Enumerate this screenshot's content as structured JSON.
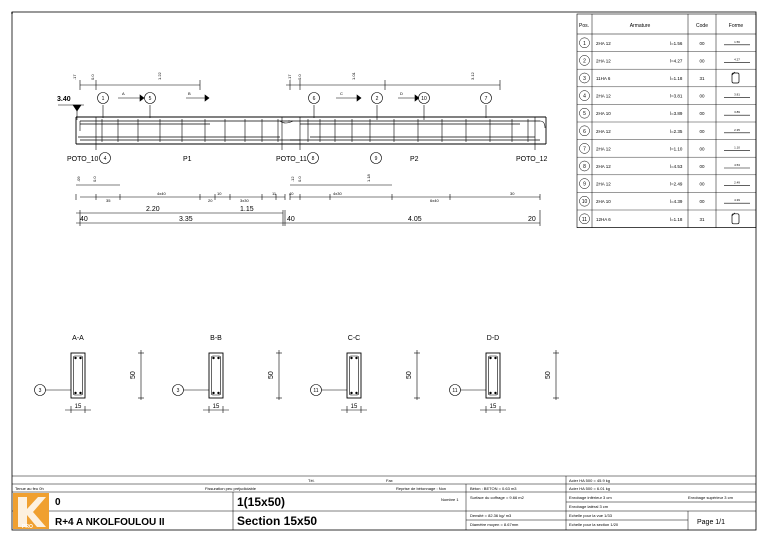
{
  "beam": {
    "level_label": "3.40",
    "supports": [
      "POTO_10",
      "POTO_11",
      "POTO_12"
    ],
    "spans": [
      "P1",
      "P2"
    ],
    "markers_top": [
      "1",
      "5",
      "6",
      "2",
      "10",
      "7"
    ],
    "markers_bottom": [
      "4",
      "8",
      "9"
    ],
    "cut_marks": [
      "A",
      "B",
      "C",
      "D"
    ],
    "top_dims": [
      ".17",
      "0.0",
      "1.22",
      ".17",
      "0.0",
      "1.01",
      "3.12"
    ],
    "bottom_small_dims": [
      ".09",
      "0.0",
      ".12",
      "0.0",
      "1.18"
    ],
    "stirrup_dims": [
      "35",
      "4x40",
      "10",
      "20",
      "3x30",
      "11",
      "40",
      "4x30",
      "6x40",
      "30"
    ],
    "dim_lines": [
      "2.20",
      "1.15",
      "40",
      "3.35",
      "40",
      "4.05",
      "20"
    ]
  },
  "sections": [
    {
      "title": "A-A",
      "bar": "3",
      "height": "50",
      "width": "15"
    },
    {
      "title": "B-B",
      "bar": "3",
      "height": "50",
      "width": "15"
    },
    {
      "title": "C-C",
      "bar": "11",
      "height": "50",
      "width": "15"
    },
    {
      "title": "D-D",
      "bar": "11",
      "height": "50",
      "width": "15"
    }
  ],
  "table": {
    "headers": [
      "Pos.",
      "Armature",
      "Code",
      "Forme"
    ],
    "rows": [
      {
        "pos": "1",
        "arm": "2HA 12",
        "len": "l=1.56",
        "code": "00",
        "forme": "1.56"
      },
      {
        "pos": "2",
        "arm": "2HA 12",
        "len": "l=4.27",
        "code": "00",
        "forme": "4.27"
      },
      {
        "pos": "3",
        "arm": "11HA 6",
        "len": "l=1.18",
        "code": "31",
        "forme": ""
      },
      {
        "pos": "4",
        "arm": "2HA 12",
        "len": "l=3.81",
        "code": "00",
        "forme": "3.81"
      },
      {
        "pos": "5",
        "arm": "2HA 10",
        "len": "l=3.89",
        "code": "00",
        "forme": "3.89"
      },
      {
        "pos": "6",
        "arm": "2HA 12",
        "len": "l=2.35",
        "code": "00",
        "forme": "2.35"
      },
      {
        "pos": "7",
        "arm": "2HA 12",
        "len": "l=1.10",
        "code": "00",
        "forme": "1.10"
      },
      {
        "pos": "8",
        "arm": "2HA 12",
        "len": "l=4.53",
        "code": "00",
        "forme": "4.53"
      },
      {
        "pos": "9",
        "arm": "2HA 12",
        "len": "l=2.49",
        "code": "00",
        "forme": "2.49"
      },
      {
        "pos": "10",
        "arm": "2HA 10",
        "len": "l=4.39",
        "code": "00",
        "forme": "4.39"
      },
      {
        "pos": "11",
        "arm": "12HA 6",
        "len": "l=1.18",
        "code": "31",
        "forme": ""
      }
    ]
  },
  "titleblock": {
    "tel": "Tél.",
    "fax": "Fax",
    "tenue": "Tenue au feu 0h",
    "fissuration": "Fissuration peu préjudiciable",
    "reprise": "Reprise de bétonnage : Non",
    "beton": "Béton : BETON = 0.63 m3",
    "surface": "Surface du coffrage = 9.66 m2",
    "nombre": "Nombre 1",
    "densite": "Densité = 82.36 kg/ m3",
    "diametre": "Diamètre moyen = 8.67mm",
    "acier1": "Acier HA 500 = 45.9 kg",
    "acier2": "Acier HA 500 = 6.01 kg",
    "enrob_inf": "Enrobage inférieur 3 cm",
    "enrob_sup": "Enrobage supérieur 3 cm",
    "enrob_lat": "Enrobage latéral 3 cm",
    "echelle_vue": "Echelle pour la vue 1/33",
    "echelle_section": "Echelle pour la section 1/20",
    "page": "Page 1/1",
    "project_number": "0",
    "project_name": "R+4 A NKOLFOULOU II",
    "element": "1(15x50)",
    "section": "Section 15x50",
    "logo_text": "PRO",
    "logo_color": "#f0a030"
  }
}
